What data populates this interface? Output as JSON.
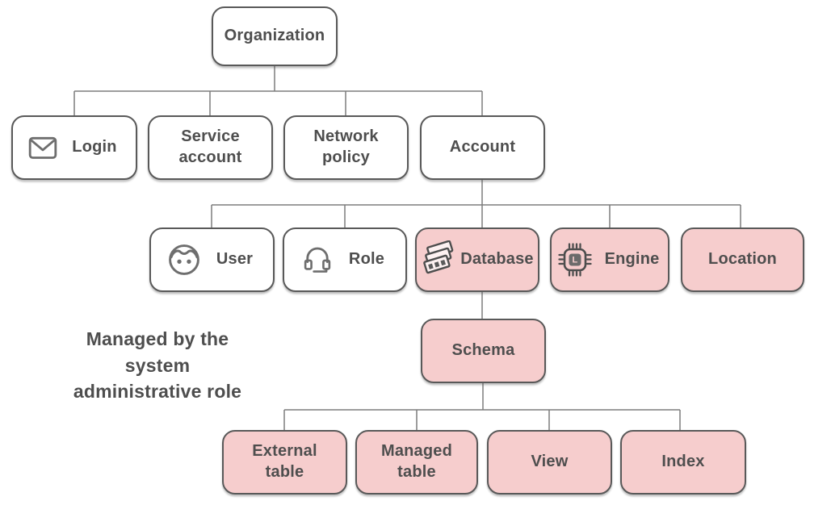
{
  "diagram": {
    "annotation": "Managed by the\nsystem\nadministrative role",
    "nodes": {
      "organization": {
        "label": "Organization",
        "highlighted": false
      },
      "login": {
        "label": "Login",
        "icon": "envelope-icon",
        "highlighted": false
      },
      "service_account": {
        "label": "Service account",
        "highlighted": false
      },
      "network_policy": {
        "label": "Network policy",
        "highlighted": false
      },
      "account": {
        "label": "Account",
        "highlighted": false
      },
      "user": {
        "label": "User",
        "icon": "face-icon",
        "highlighted": false
      },
      "role": {
        "label": "Role",
        "icon": "headset-icon",
        "highlighted": false
      },
      "database": {
        "label": "Database",
        "icon": "database-stack-icon",
        "highlighted": true
      },
      "engine": {
        "label": "Engine",
        "icon": "cpu-chip-icon",
        "highlighted": true
      },
      "location": {
        "label": "Location",
        "highlighted": true
      },
      "schema": {
        "label": "Schema",
        "highlighted": true
      },
      "external_table": {
        "label": "External table",
        "highlighted": true
      },
      "managed_table": {
        "label": "Managed table",
        "highlighted": true
      },
      "view": {
        "label": "View",
        "highlighted": true
      },
      "index": {
        "label": "Index",
        "highlighted": true
      }
    },
    "hierarchy": {
      "organization": [
        "login",
        "service_account",
        "network_policy",
        "account"
      ],
      "account": [
        "user",
        "role",
        "database",
        "engine",
        "location"
      ],
      "database": [
        "schema"
      ],
      "schema": [
        "external_table",
        "managed_table",
        "view",
        "index"
      ]
    },
    "engine_chip_letter": "L",
    "colors": {
      "node_fill": "#ffffff",
      "highlight_fill": "#f6cdcd",
      "node_border": "#595959",
      "connector": "#7d7d7d",
      "text": "#4e4e4e"
    }
  }
}
